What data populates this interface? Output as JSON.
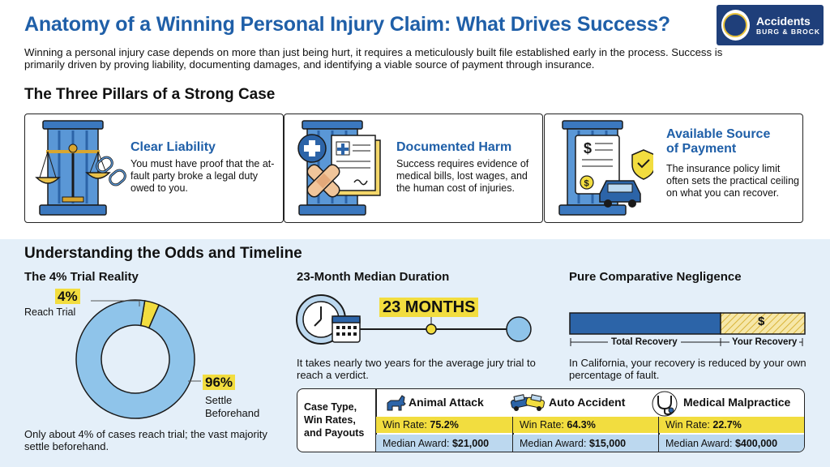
{
  "header": {
    "title": "Anatomy of a Winning Personal Injury Claim: What Drives Success?",
    "intro": "Winning a personal injury case depends on more than just being hurt, it requires a meticulously built file established early in the process. Success is primarily driven by proving liability, documenting damages, and identifying a viable source of payment through insurance."
  },
  "logo": {
    "line1": "Accidents",
    "line2": "BURG & BROCK"
  },
  "pillars": {
    "heading": "The Three Pillars of a Strong Case",
    "items": [
      {
        "title": "Clear Liability",
        "body": "You must have proof that the at-fault party broke a legal duty owed to you."
      },
      {
        "title": "Documented Harm",
        "body": "Success requires evidence of medical bills, lost wages, and the human cost of injuries."
      },
      {
        "title": "Available Source of Payment",
        "title_line1": "Available Source",
        "title_line2": "of Payment",
        "body": "The insurance policy limit often sets the practical ceiling on what you can recover."
      }
    ]
  },
  "odds": {
    "heading": "Understanding the Odds and Timeline",
    "trial": {
      "heading": "The 4% Trial Reality",
      "trial_pct": "4%",
      "trial_label": "Reach Trial",
      "settle_pct": "96%",
      "settle_label_1": "Settle",
      "settle_label_2": "Beforehand",
      "caption": "Only about 4% of cases reach trial; the vast majority settle beforehand."
    },
    "duration": {
      "heading": "23-Month Median Duration",
      "badge": "23 MONTHS",
      "caption": "It takes nearly two years for the average jury trial to reach a verdict."
    },
    "negligence": {
      "heading": "Pure Comparative Negligence",
      "total_label": "Total Recovery",
      "your_label": "Your Recovery",
      "dollar": "$",
      "caption": "In California, your recovery is reduced by your own percentage of fault."
    }
  },
  "case_table": {
    "label_1": "Case Type,",
    "label_2": "Win Rates,",
    "label_3": "and Payouts",
    "cases": [
      {
        "name": "Animal Attack",
        "win_label": "Win Rate:",
        "win": "75.2%",
        "award_label": "Median Award:",
        "award": "$21,000"
      },
      {
        "name": "Auto Accident",
        "win_label": "Win Rate:",
        "win": "64.3%",
        "award_label": "Median Award:",
        "award": "$15,000"
      },
      {
        "name": "Medical Malpractice",
        "win_label": "Win Rate:",
        "win": "22.7%",
        "award_label": "Median Award:",
        "award": "$400,000"
      }
    ]
  },
  "chart_data": {
    "type": "pie",
    "categories": [
      "Reach Trial",
      "Settle Beforehand"
    ],
    "values": [
      4,
      96
    ],
    "colors": [
      "#f2dd3f",
      "#8fc4ea"
    ]
  },
  "colors": {
    "brand_blue": "#1f5fa8",
    "navy": "#1f3f7a",
    "yellow": "#f2dd3f",
    "light_blue": "#8fc4ea",
    "panel_bg": "#e4eff9"
  }
}
